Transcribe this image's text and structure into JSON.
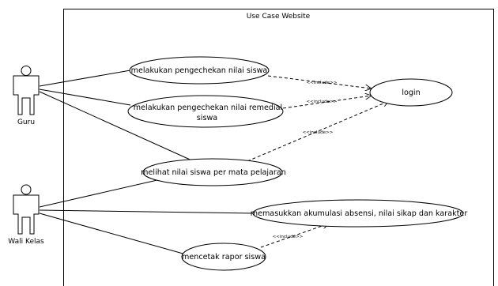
{
  "system": {
    "title": "Use Case Website"
  },
  "actors": {
    "guru": {
      "label": "Guru"
    },
    "wali": {
      "label": "Wali Kelas"
    }
  },
  "use_cases": {
    "nilai": {
      "label": "melakukan pengechekan nilai siswa"
    },
    "remedial": {
      "line1": "melakukan pengechekan nilai remedial",
      "line2": "siswa"
    },
    "login": {
      "label": "login"
    },
    "melihat": {
      "label": "melihat nilai siswa per mata pelajaran"
    },
    "absensi": {
      "label": "memasukkan akumulasi absensi, nilai sikap dan karakter"
    },
    "rapor": {
      "label": "mencetak rapor siswa"
    }
  },
  "relations": {
    "include_label": "<<include>>"
  },
  "colors": {
    "stroke": "#000000",
    "fill": "#ffffff"
  }
}
